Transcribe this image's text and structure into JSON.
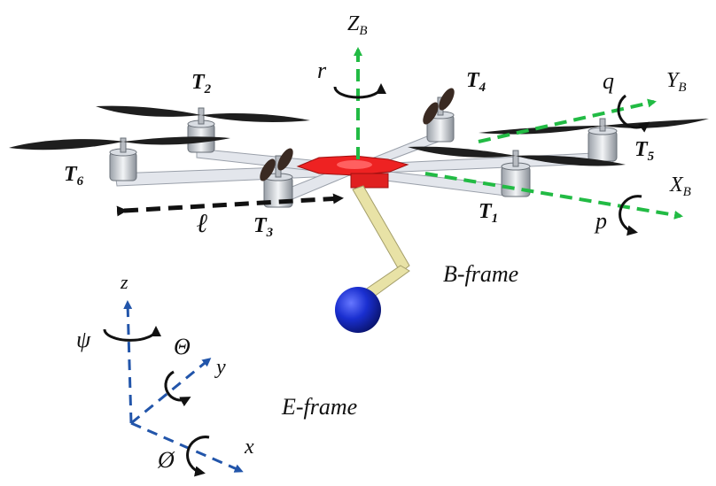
{
  "figure": {
    "body_axes": {
      "z_label": "Z",
      "z_sub": "B",
      "y_label": "Y",
      "y_sub": "B",
      "x_label": "X",
      "x_sub": "B",
      "color": "#22bb44"
    },
    "body_rates": {
      "r": "r",
      "q": "q",
      "p": "p"
    },
    "thrusts": [
      {
        "name": "T",
        "sub": "1"
      },
      {
        "name": "T",
        "sub": "2"
      },
      {
        "name": "T",
        "sub": "3"
      },
      {
        "name": "T",
        "sub": "4"
      },
      {
        "name": "T",
        "sub": "5"
      },
      {
        "name": "T",
        "sub": "6"
      }
    ],
    "arm_length": "ℓ",
    "b_frame_label": "B-frame",
    "e_frame_label": "E-frame",
    "earth_axes": {
      "x": "x",
      "y": "y",
      "z": "z",
      "color": "#2255aa"
    },
    "euler_angles": {
      "psi": "ψ",
      "theta": "Θ",
      "phi": "Ø"
    },
    "colors": {
      "hub": "#ee2222",
      "arm": "#dfe3ea",
      "propeller": "#222222",
      "payload_ball": "#1a2fd0",
      "manipulator": "#e8e2a6"
    }
  }
}
